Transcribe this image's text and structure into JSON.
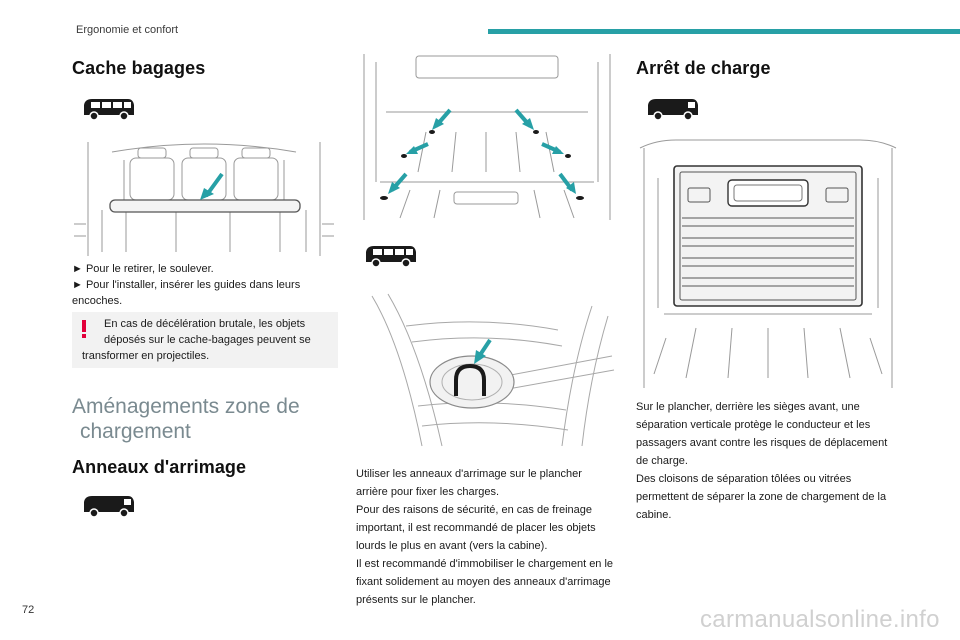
{
  "header": {
    "section": "Ergonomie et confort"
  },
  "colors": {
    "accent": "#27a0a6",
    "warning": "#e2003a"
  },
  "col1": {
    "title": "Cache bagages",
    "bullet1": "► Pour le retirer, le soulever.",
    "bullet2a": "► Pour l'installer, insérer les guides dans leurs",
    "bullet2b": "encoches.",
    "warning_line1": "En cas de décélération brutale, les objets",
    "warning_line2": "déposés sur le cache-bagages peuvent se",
    "warning_line3": "transformer en projectiles.",
    "big_title_line1": "Aménagements zone de",
    "big_title_line2": "chargement",
    "sub_title": "Anneaux d'arrimage"
  },
  "col2": {
    "lines": [
      "Utiliser les anneaux d'arrimage sur le plancher",
      "arrière pour fixer les charges.",
      "Pour des raisons de sécurité, en cas de freinage",
      "important, il est recommandé de placer les objets",
      "lourds le plus en avant (vers la cabine).",
      "Il est recommandé d'immobiliser le chargement en le",
      "fixant solidement au moyen des anneaux d'arrimage",
      "présents sur le plancher."
    ]
  },
  "col3": {
    "title": "Arrêt de charge",
    "lines": [
      "Sur le plancher, derrière les sièges avant, une",
      "séparation verticale protège le conducteur et les",
      "passagers avant contre les risques de déplacement",
      "de charge.",
      "Des cloisons de séparation tôlées ou vitrées",
      "permettent de séparer la zone de chargement de la",
      "cabine."
    ]
  },
  "footer": {
    "page_number": "72",
    "watermark": "carmanualsonline.info"
  }
}
